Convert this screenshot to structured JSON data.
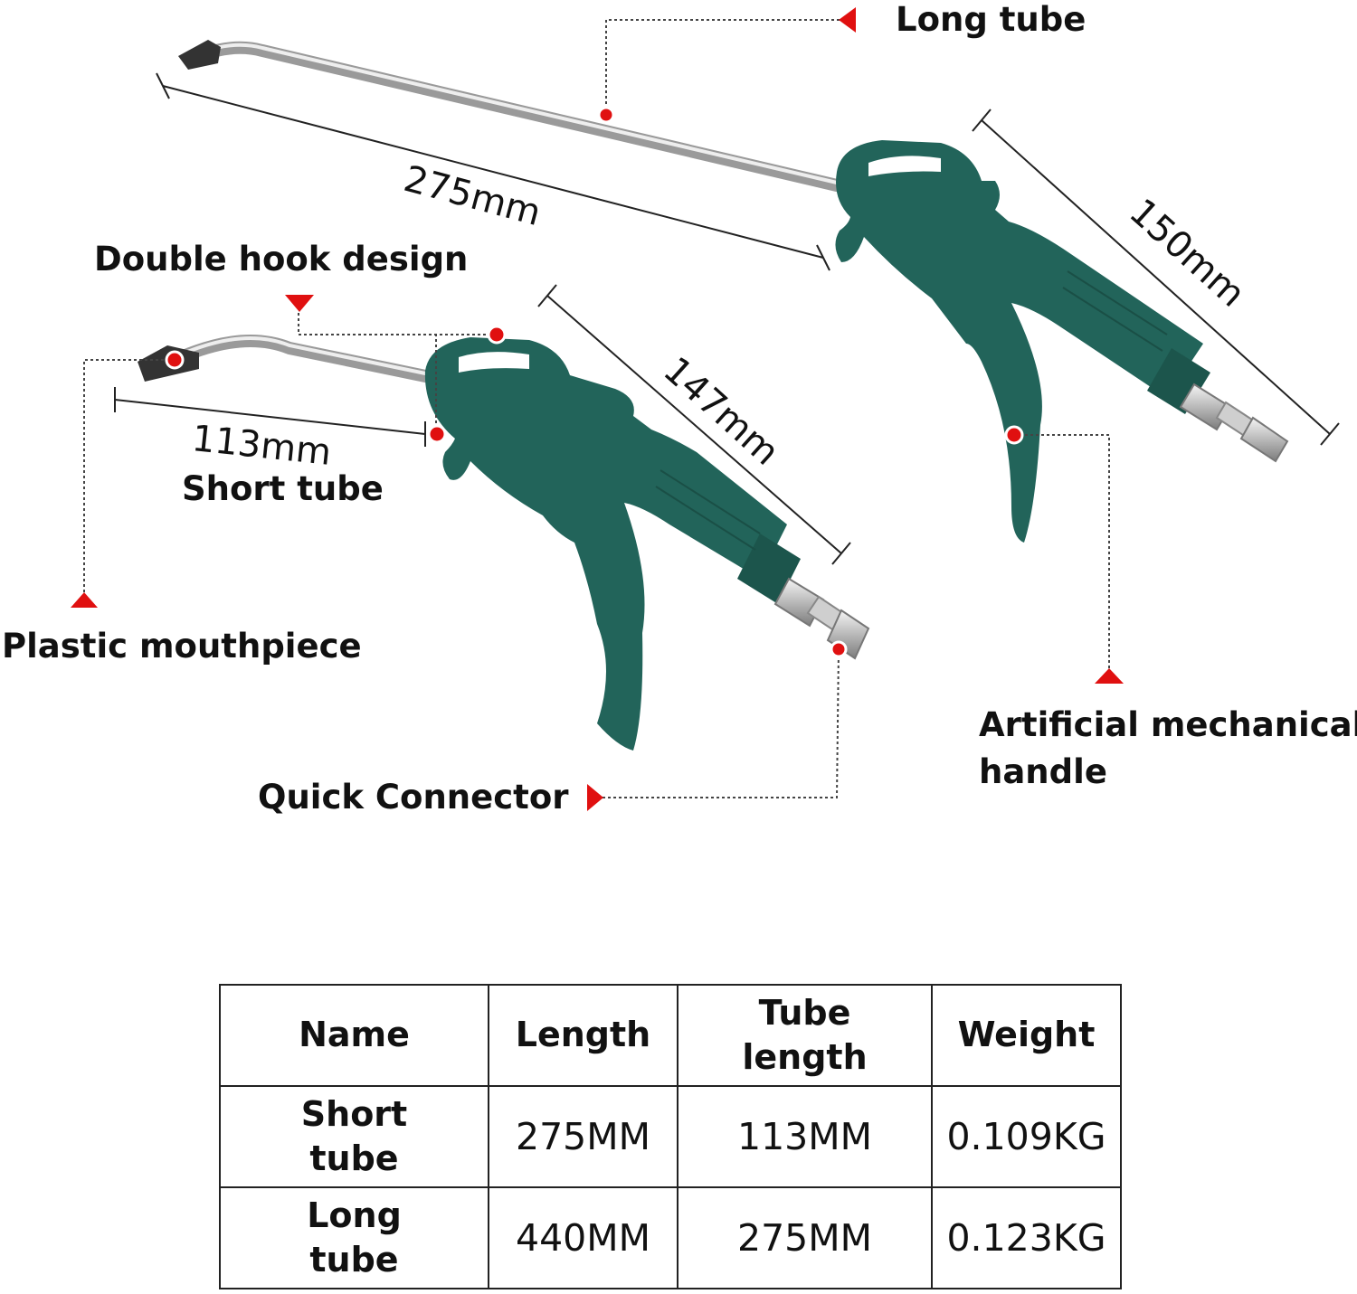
{
  "callouts": {
    "long_tube": "Long tube",
    "double_hook": "Double hook design",
    "short_tube": "Short tube",
    "plastic_mouthpiece": "Plastic mouthpiece",
    "quick_connector": "Quick Connector",
    "handle_line1": "Artificial mechanical",
    "handle_line2": "handle"
  },
  "dimensions": {
    "long_tube_length": "275mm",
    "long_body_length": "150mm",
    "short_tube_length": "113mm",
    "short_body_length": "147mm"
  },
  "spec_table": {
    "headers": [
      "Name",
      "Length",
      "Tube length",
      "Weight"
    ],
    "rows": [
      [
        "Short tube",
        "275MM",
        "113MM",
        "0.109KG"
      ],
      [
        "Long tube",
        "440MM",
        "275MM",
        "0.123KG"
      ]
    ]
  },
  "colors": {
    "gun_body": "#22645a",
    "callout_marker": "#e01010",
    "leader_line": "#444444"
  }
}
